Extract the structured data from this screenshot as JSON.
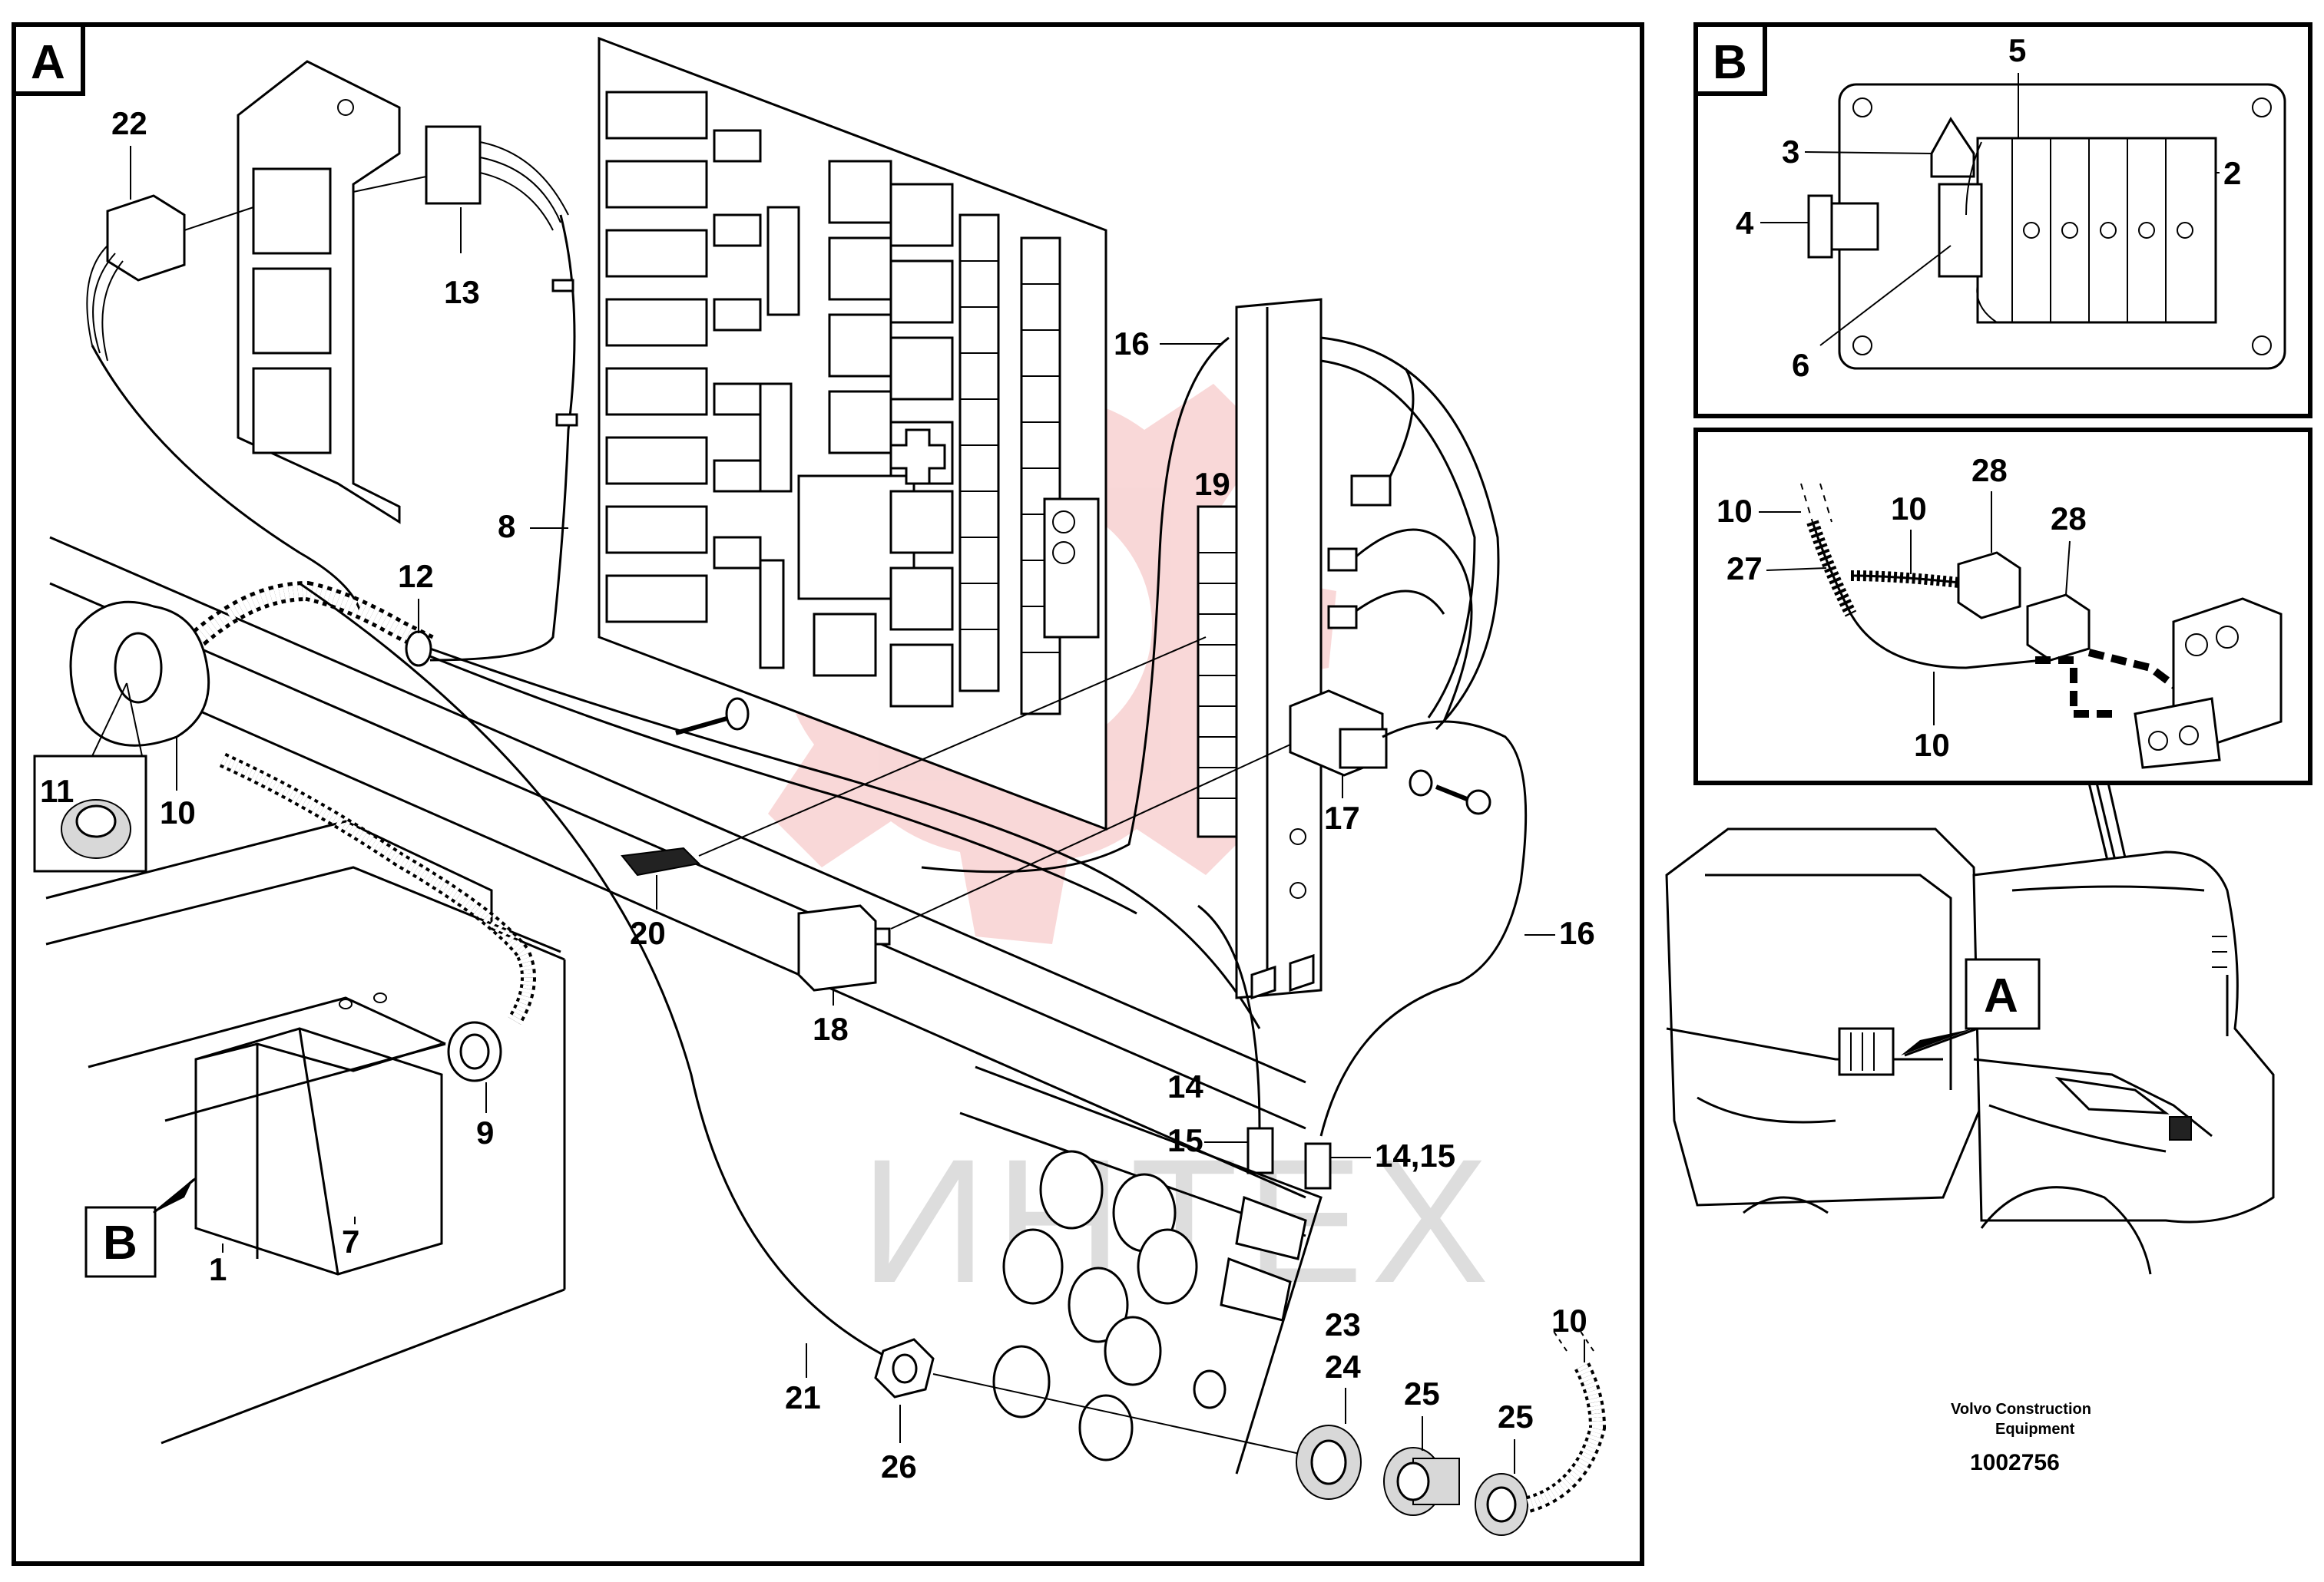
{
  "panels": {
    "main": {
      "tag": "A"
    },
    "detail": {
      "tag": "B"
    }
  },
  "callouts": {
    "c22": "22",
    "c13": "13",
    "c8": "8",
    "c12": "12",
    "c11": "11",
    "c10a": "10",
    "c16a": "16",
    "c19": "19",
    "c17": "17",
    "c20": "20",
    "c18": "18",
    "c16b": "16",
    "c14": "14",
    "c15": "15",
    "c1415": "14,15",
    "c9": "9",
    "c7": "7",
    "c1": "1",
    "c23": "23",
    "c24": "24",
    "c21": "21",
    "c26": "26",
    "c25a": "25",
    "c25b": "25",
    "c10b": "10",
    "b5": "5",
    "b3": "3",
    "b2": "2",
    "b4": "4",
    "b6": "6",
    "d10a": "10",
    "d10b": "10",
    "d28a": "28",
    "d28b": "28",
    "d27": "27",
    "d10c": "10"
  },
  "tags": {
    "panelB_ref": "B",
    "machine_A": "A"
  },
  "credit": {
    "line1": "Volvo Construction",
    "line2": "Equipment",
    "docnum": "1002756"
  },
  "watermark": "ИНТЕХ",
  "colors": {
    "ink": "#000000",
    "watermark_gear": "#f4b8b8",
    "watermark_text": "#cfcfcf",
    "paper": "#ffffff"
  }
}
